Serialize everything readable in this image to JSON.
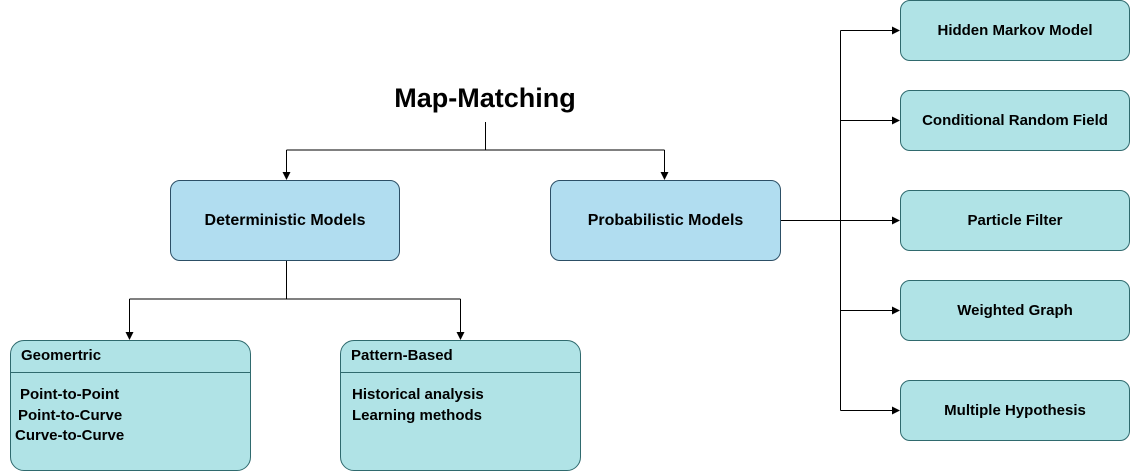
{
  "title": "Map-Matching",
  "deterministic": {
    "label": "Deterministic Models",
    "geometric": {
      "header": "Geomertric",
      "items": [
        "Point-to-Point",
        "Point-to-Curve",
        "Curve-to-Curve"
      ]
    },
    "pattern": {
      "header": "Pattern-Based",
      "items": [
        "Historical analysis",
        "Learning methods"
      ]
    }
  },
  "probabilistic": {
    "label": "Probabilistic Models",
    "items": [
      "Hidden Markov Model",
      "Conditional Random Field",
      "Particle Filter",
      "Weighted Graph",
      "Multiple Hypothesis"
    ]
  },
  "colors": {
    "model_fill": "#b1ddf0",
    "leaf_fill": "#b0e3e6",
    "model_border": "#2c4f66",
    "leaf_border": "#2f6a6e",
    "connector": "#000000"
  }
}
